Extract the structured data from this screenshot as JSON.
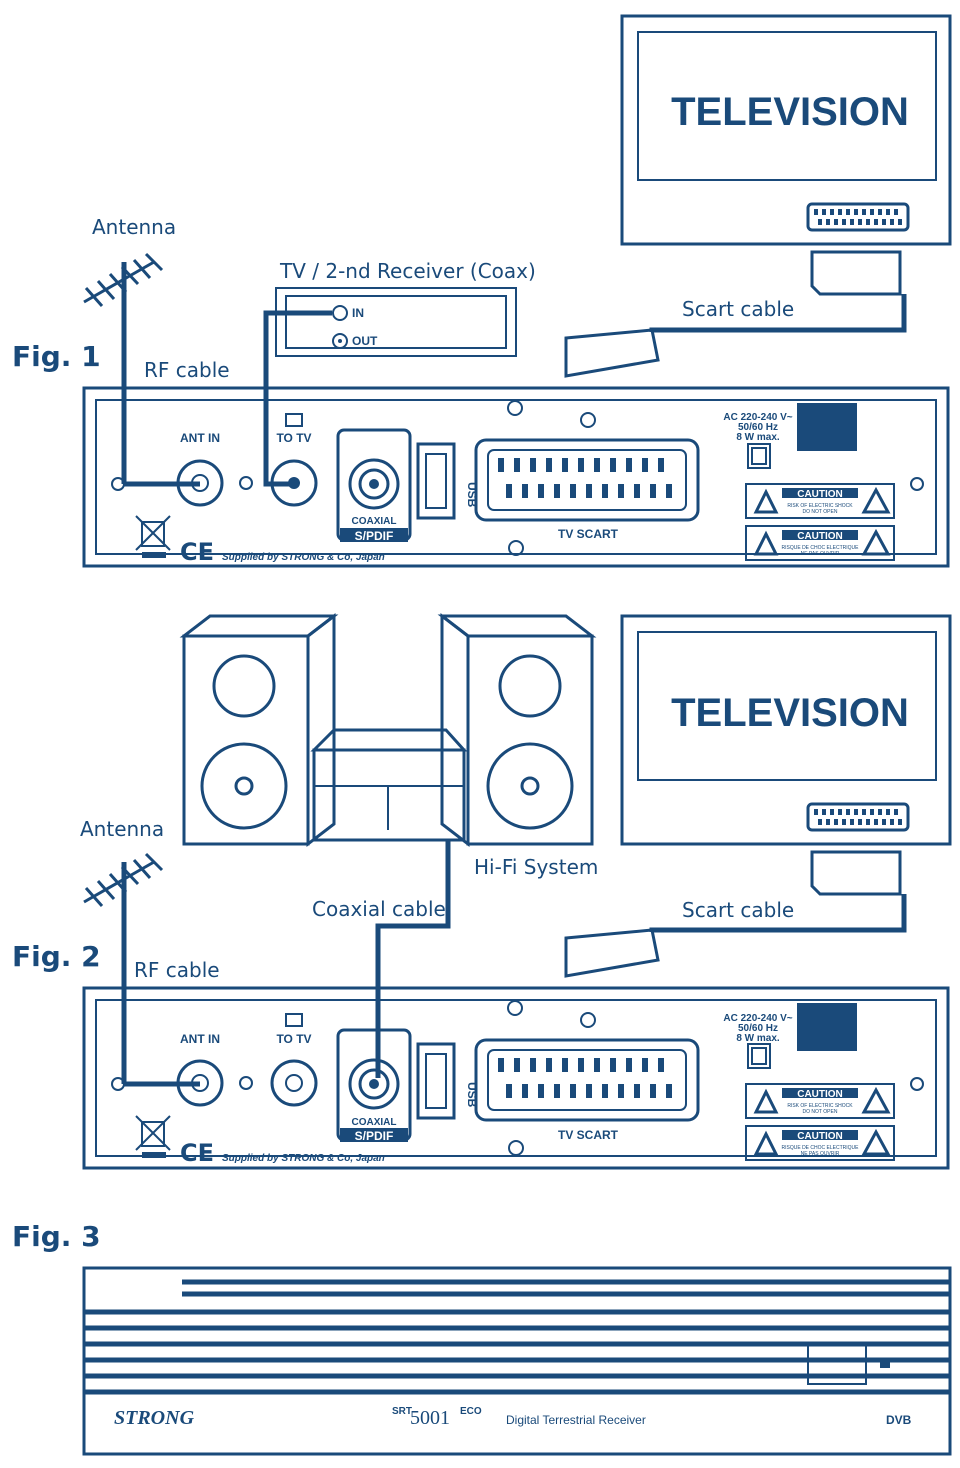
{
  "colors": {
    "ink": "#1a4a7a",
    "background": "#ffffff"
  },
  "fig1": {
    "label": "Fig. 1",
    "antenna": "Antenna",
    "rf_cable": "RF cable",
    "second_receiver": "TV / 2-nd Receiver (Coax)",
    "in": "IN",
    "out": "OUT",
    "scart_cable": "Scart cable",
    "television": "TELEVISION"
  },
  "fig2": {
    "label": "Fig. 2",
    "antenna": "Antenna",
    "rf_cable": "RF cable",
    "coaxial_cable": "Coaxial cable",
    "hifi": "Hi-Fi System",
    "scart_cable": "Scart cable",
    "television": "TELEVISION"
  },
  "fig3": {
    "label": "Fig. 3",
    "brand": "STRONG",
    "model_prefix": "SRT",
    "model_number": "5001",
    "model_suffix": "ECO",
    "description": "Digital Terrestrial Receiver",
    "dvb_logo": "DVB"
  },
  "rear_panel": {
    "ant_in": "ANT IN",
    "to_tv": "TO TV",
    "coaxial": "COAXIAL",
    "spdif": "S/PDIF",
    "usb": "USB",
    "tv_scart": "TV SCART",
    "power_line1": "AC 220-240 V~",
    "power_line2": "50/60 Hz",
    "power_line3": "8 W max.",
    "caution": "CAUTION",
    "caution1_line1": "RISK OF ELECTRIC SHOCK",
    "caution1_line2": "DO NOT OPEN",
    "caution2_line1": "RISQUE DE CHOC ELECTRIQUE",
    "caution2_line2": "NE PAS OUVRIR",
    "ce_mark": "CE",
    "supplier": "Supplied by STRONG & Co, Japan"
  }
}
